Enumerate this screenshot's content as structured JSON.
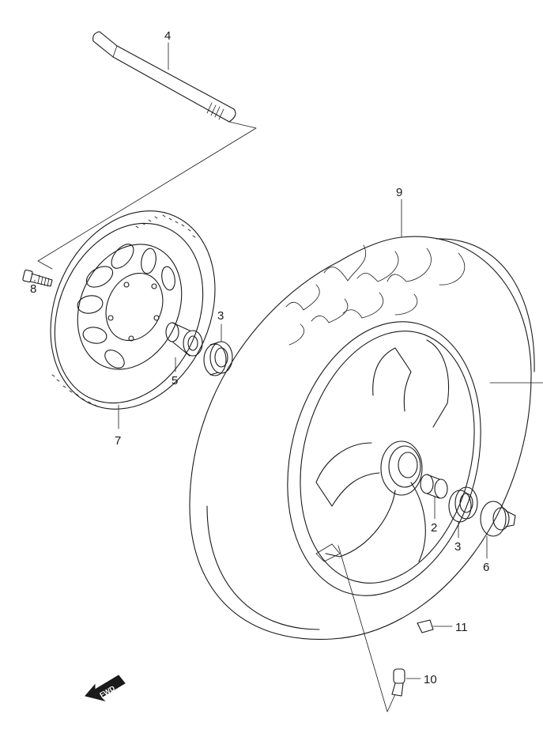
{
  "diagram": {
    "parts": [
      {
        "id": "axle",
        "callout": "4"
      },
      {
        "id": "brake-disc",
        "callout": "7"
      },
      {
        "id": "disc-bolt",
        "callout": "8"
      },
      {
        "id": "left-bearing",
        "callout": "3"
      },
      {
        "id": "spacer-left",
        "callout": "5"
      },
      {
        "id": "tire",
        "callout": "9"
      },
      {
        "id": "center-spacer",
        "callout": "2"
      },
      {
        "id": "right-bearing",
        "callout": "3"
      },
      {
        "id": "right-collar",
        "callout": "6"
      },
      {
        "id": "valve",
        "callout": "10"
      },
      {
        "id": "balance-weight",
        "callout": "11"
      }
    ],
    "fwd_label": "FWD"
  }
}
